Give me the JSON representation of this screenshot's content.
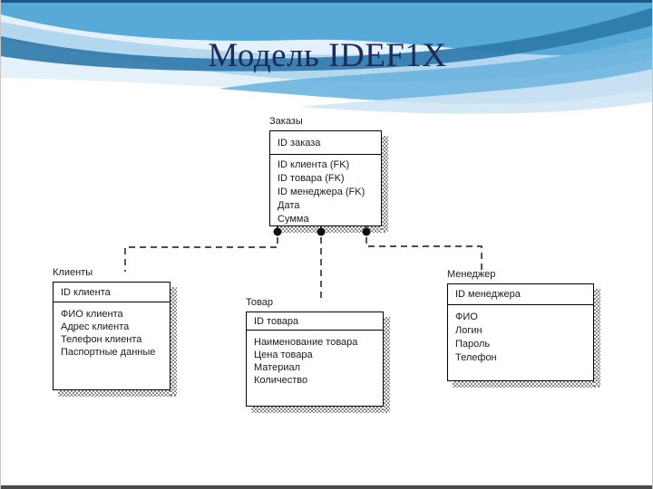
{
  "slide": {
    "title": "Модель IDEF1X"
  },
  "colors": {
    "title_text": "#1b2c5c",
    "wave_dark_blue": "#2e78aa",
    "wave_mid_blue": "#57a9d7",
    "wave_light_blue": "#a9d2ec",
    "wave_pale_blue": "#d9ecf8",
    "diagram_line": "#111111",
    "bottom_edge": "#4a4a4a"
  },
  "diagram": {
    "entities": [
      {
        "name": "Заказы",
        "pk": "ID заказа",
        "attributes": [
          "ID клиента (FK)",
          "ID товара (FK)",
          "ID менеджера (FK)",
          "Дата",
          "Сумма"
        ]
      },
      {
        "name": "Клиенты",
        "pk": "ID клиента",
        "attributes": [
          "ФИО клиента",
          "Адрес клиента",
          "Телефон клиента",
          "Паспортные данные"
        ]
      },
      {
        "name": "Товар",
        "pk": "ID товара",
        "attributes": [
          "Наименование товара",
          "Цена товара",
          "Материал",
          "Количество"
        ]
      },
      {
        "name": "Менеджер",
        "pk": "ID менеджера",
        "attributes": [
          "ФИО",
          "Логин",
          "Пароль",
          "Телефон"
        ]
      }
    ],
    "relationships": [
      {
        "from": "Заказы",
        "to": "Клиенты",
        "type": "non-identifying",
        "style": "dashed-with-dot"
      },
      {
        "from": "Заказы",
        "to": "Товар",
        "type": "non-identifying",
        "style": "dashed-with-dot"
      },
      {
        "from": "Заказы",
        "to": "Менеджер",
        "type": "non-identifying",
        "style": "dashed-with-dot"
      }
    ]
  }
}
